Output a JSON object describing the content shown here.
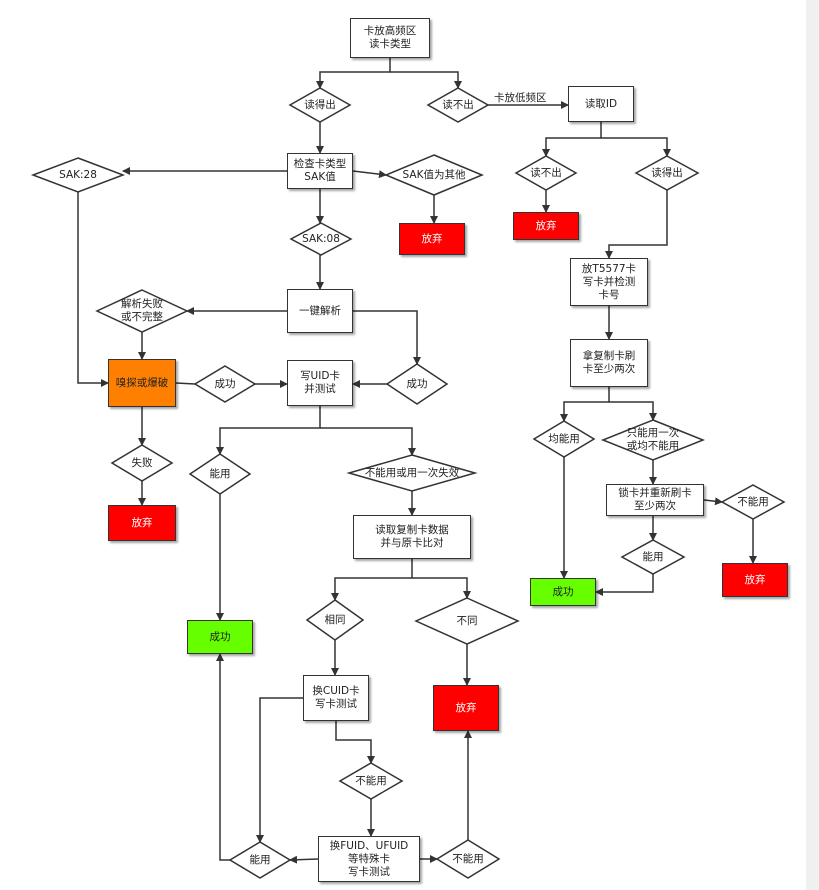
{
  "nodes": {
    "start": "卡放高频区\n读卡类型",
    "can_read": "读得出",
    "cannot_read": "读不出",
    "read_id": "读取ID",
    "check_type": "检查卡类型\nSAK值",
    "sak28": "SAK:28",
    "sak_other": "SAK值为其他",
    "giveup_1": "放弃",
    "sak08": "SAK:08",
    "id_fail": "读不出",
    "id_ok": "读得出",
    "giveup_2": "放弃",
    "t5577": "放T5577卡\n写卡并检测\n卡号",
    "parse_fail": "解析失败\n或不完整",
    "one_click": "一键解析",
    "copy_twice": "拿复制卡刷\n卡至少两次",
    "sniff": "嗅探或爆破",
    "success_d1": "成功",
    "write_uid": "写UID卡\n并测试",
    "success_d2": "成功",
    "all_ok": "均能用",
    "once_only": "只能用一次\n或均不能用",
    "fail_d": "失败",
    "usable_1": "能用",
    "unusable_once": "不能用或用一次失效",
    "lock_retry": "锁卡并重新刷卡\n至少两次",
    "unusable_r": "不能用",
    "giveup_3": "放弃",
    "read_copy": "读取复制卡数据\n并与原卡比对",
    "usable_r": "能用",
    "success_1": "成功",
    "giveup_4": "放弃",
    "same": "相同",
    "diff": "不同",
    "success_2": "成功",
    "cuid": "换CUID卡\n写卡测试",
    "giveup_5": "放弃",
    "unusable_c": "不能用",
    "fuid": "换FUID、UFUID\n等特殊卡\n写卡测试",
    "usable_b": "能用",
    "unusable_b": "不能用"
  },
  "edge_labels": {
    "low_freq": "卡放低频区"
  }
}
